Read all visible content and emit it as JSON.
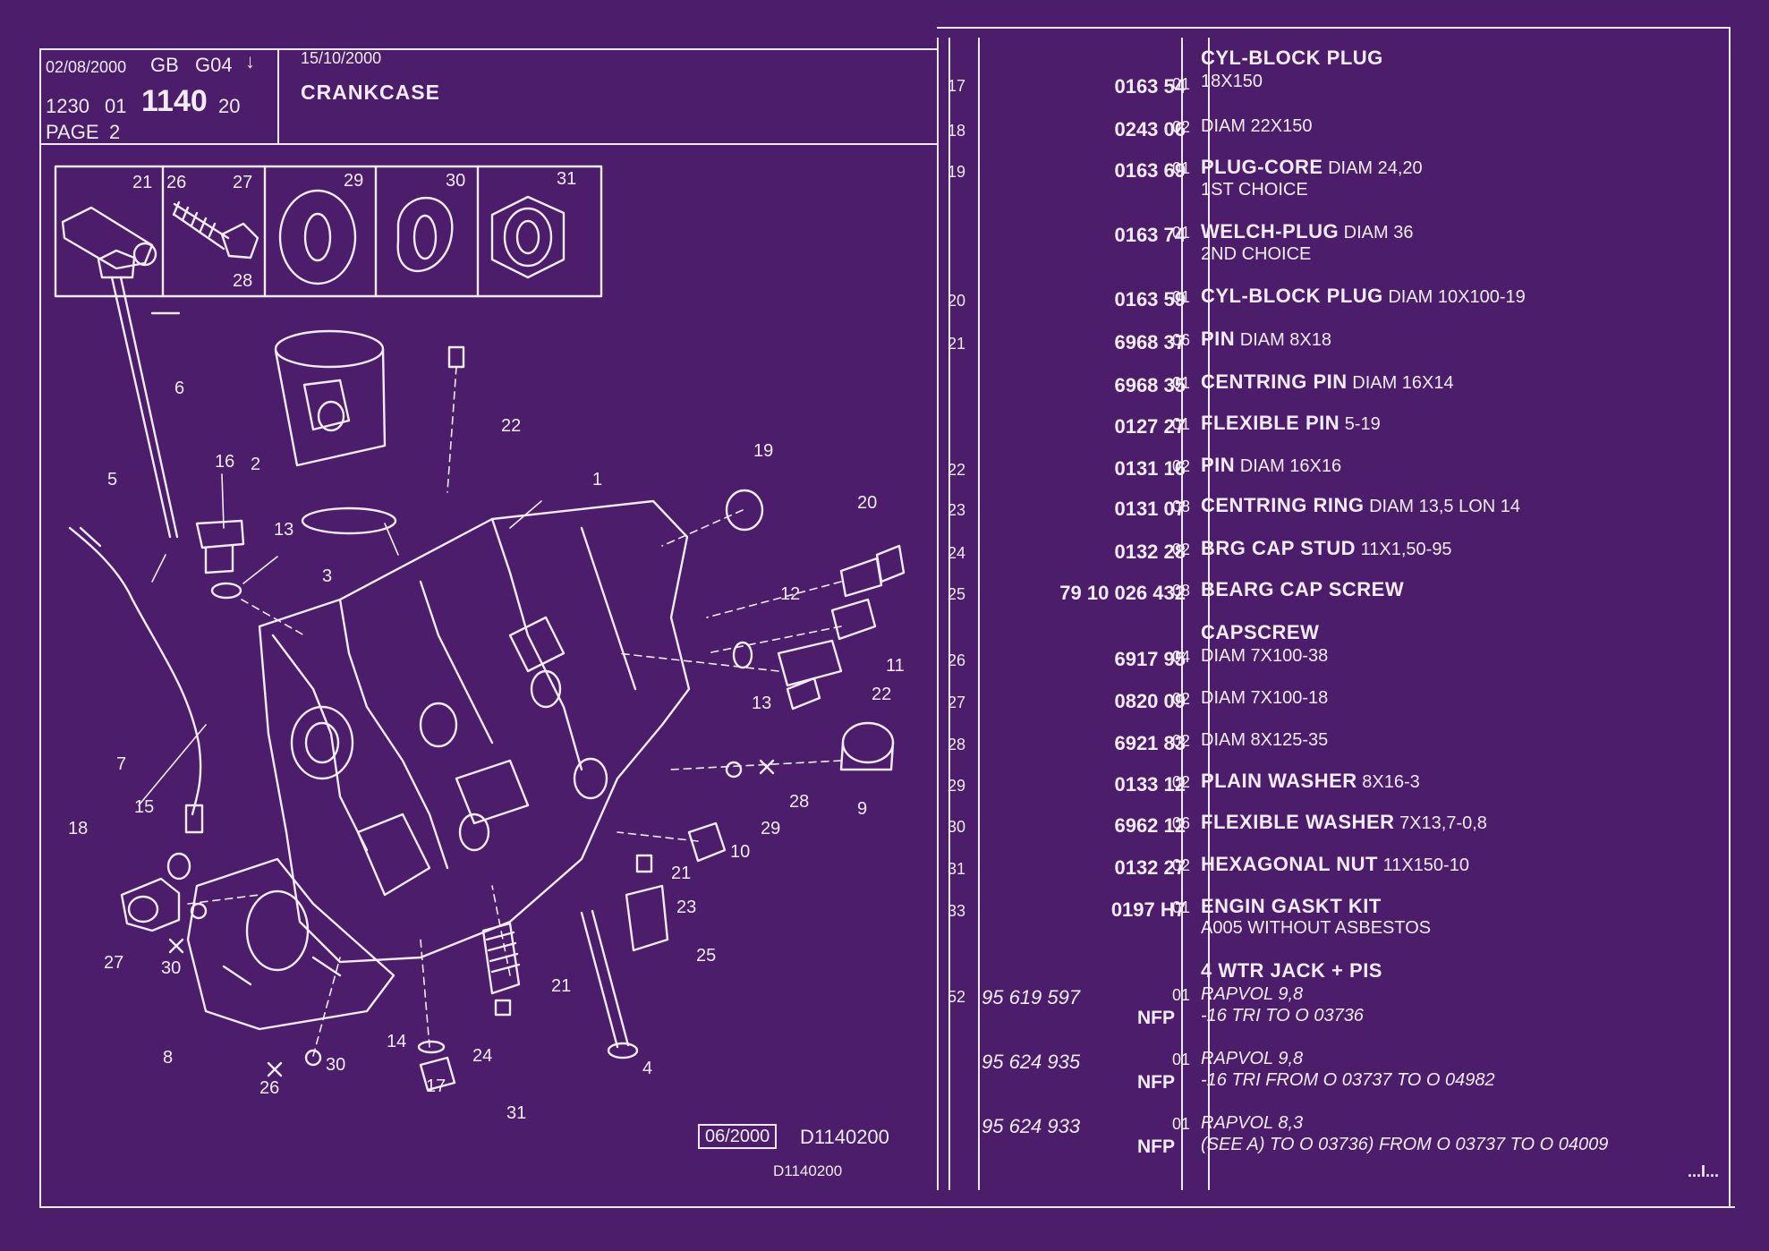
{
  "header": {
    "date_left": "02/08/2000",
    "lang": "GB",
    "code": "G04",
    "arrow": "↓",
    "ref_prefix": "1230",
    "ref_a": "01",
    "ref_main": "1140",
    "ref_suffix": "20",
    "page_label": "PAGE",
    "page_num": "2",
    "date_right": "15/10/2000",
    "section_title": "CRANKCASE"
  },
  "inset_labels": [
    "21",
    "26",
    "27",
    "28",
    "29",
    "30",
    "31"
  ],
  "diagram_callouts": [
    "1",
    "2",
    "3",
    "4",
    "5",
    "6",
    "7",
    "8",
    "9",
    "10",
    "11",
    "12",
    "13",
    "13",
    "14",
    "15",
    "16",
    "17",
    "18",
    "19",
    "20",
    "21",
    "21",
    "22",
    "22",
    "23",
    "24",
    "25",
    "26",
    "27",
    "28",
    "29",
    "30",
    "30",
    "31"
  ],
  "footer": {
    "date_box": "06/2000",
    "drawing_code": "D1140200",
    "drawing_code_small": "D1140200"
  },
  "parts": [
    {
      "num": "17",
      "ref": "0163 54",
      "qty": "01",
      "head": "CYL-BLOCK PLUG",
      "desc": "18X150",
      "sub": ""
    },
    {
      "num": "18",
      "ref": "0243 06",
      "qty": "02",
      "head": "",
      "desc": "DIAM 22X150",
      "sub": ""
    },
    {
      "num": "19",
      "ref": "0163 69",
      "qty": "01",
      "head": "PLUG-CORE",
      "desc": "DIAM 24,20",
      "sub": "1ST CHOICE"
    },
    {
      "num": "",
      "ref": "0163 74",
      "qty": "01",
      "head": "WELCH-PLUG",
      "desc": "DIAM 36",
      "sub": "2ND CHOICE"
    },
    {
      "num": "20",
      "ref": "0163 59",
      "qty": "01",
      "head": "CYL-BLOCK PLUG",
      "desc": "DIAM 10X100-19",
      "sub": ""
    },
    {
      "num": "21",
      "ref": "6968 37",
      "qty": "06",
      "head": "PIN",
      "desc": "DIAM 8X18",
      "sub": ""
    },
    {
      "num": "",
      "ref": "6968 35",
      "qty": "01",
      "head": "CENTRING PIN",
      "desc": "DIAM 16X14",
      "sub": ""
    },
    {
      "num": "",
      "ref": "0127 27",
      "qty": "01",
      "head": "FLEXIBLE PIN",
      "desc": "5-19",
      "sub": ""
    },
    {
      "num": "22",
      "ref": "0131 16",
      "qty": "02",
      "head": "PIN",
      "desc": "DIAM 16X16",
      "sub": ""
    },
    {
      "num": "23",
      "ref": "0131 07",
      "qty": "08",
      "head": "CENTRING RING",
      "desc": "DIAM 13,5 LON 14",
      "sub": ""
    },
    {
      "num": "24",
      "ref": "0132 28",
      "qty": "02",
      "head": "BRG CAP STUD",
      "desc": "11X1,50-95",
      "sub": ""
    },
    {
      "num": "25",
      "ref": "79 10 026 432",
      "qty": "08",
      "head": "BEARG CAP SCREW",
      "desc": "",
      "sub": ""
    },
    {
      "num": "",
      "ref": "",
      "qty": "",
      "head": "CAPSCREW",
      "desc": "",
      "sub": ""
    },
    {
      "num": "26",
      "ref": "6917 95",
      "qty": "04",
      "head": "",
      "desc": "DIAM 7X100-38",
      "sub": ""
    },
    {
      "num": "27",
      "ref": "0820 09",
      "qty": "02",
      "head": "",
      "desc": "DIAM 7X100-18",
      "sub": ""
    },
    {
      "num": "28",
      "ref": "6921 83",
      "qty": "02",
      "head": "",
      "desc": "DIAM 8X125-35",
      "sub": ""
    },
    {
      "num": "29",
      "ref": "0133 12",
      "qty": "02",
      "head": "PLAIN WASHER",
      "desc": "8X16-3",
      "sub": ""
    },
    {
      "num": "30",
      "ref": "6962 12",
      "qty": "06",
      "head": "FLEXIBLE WASHER",
      "desc": "7X13,7-0,8",
      "sub": ""
    },
    {
      "num": "31",
      "ref": "0132 27",
      "qty": "02",
      "head": "HEXAGONAL NUT",
      "desc": "11X150-10",
      "sub": ""
    },
    {
      "num": "33",
      "ref": "0197 H7",
      "qty": "01",
      "head": "ENGIN GASKT KIT",
      "desc": "",
      "sub": "A005 WITHOUT ASBESTOS"
    }
  ],
  "kits": {
    "heading": "4 WTR JACK + PIS",
    "items": [
      {
        "num": "52",
        "ref": "95 619 597",
        "nfp": "NFP",
        "qty": "01",
        "line1": "RAPVOL 9,8",
        "line2": "-16 TRI TO O 03736"
      },
      {
        "num": "",
        "ref": "95 624 935",
        "nfp": "NFP",
        "qty": "01",
        "line1": "RAPVOL 9,8",
        "line2": "-16 TRI FROM O 03737 TO O 04982"
      },
      {
        "num": "",
        "ref": "95 624 933",
        "nfp": "NFP",
        "qty": "01",
        "line1": "RAPVOL 8,3",
        "line2": "(SEE A) TO O 03736) FROM O 03737 TO O 04009"
      }
    ],
    "continued": "...I..."
  }
}
